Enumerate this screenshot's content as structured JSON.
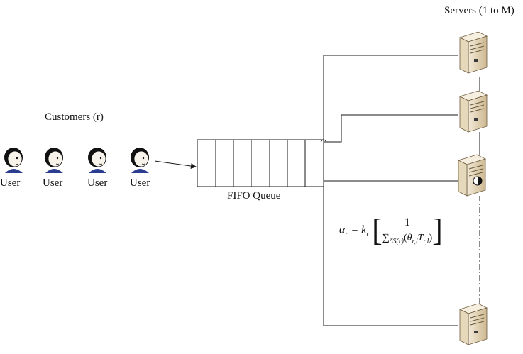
{
  "labels": {
    "servers_title": "Servers (1 to M)",
    "customers_title": "Customers (r)",
    "queue_label": "FIFO Queue",
    "user_label": "User"
  },
  "formula": {
    "lhs": "α",
    "lhs_sub": "r",
    "eq": "= k",
    "k_sub": "r",
    "numerator": "1",
    "sum_symbol": "∑",
    "sum_sub": "δS(r)",
    "theta": "θ",
    "theta_sub": "r,l",
    "t": "T",
    "t_sub": "r,l"
  },
  "users": [
    "User",
    "User",
    "User",
    "User"
  ],
  "colors": {
    "line": "#1a1a1a",
    "server_body": "#e9dcc2",
    "server_dark": "#b59e75",
    "user_hair": "#111111",
    "user_shirt": "#2b3d8f",
    "user_skin": "#f7f2ea"
  }
}
